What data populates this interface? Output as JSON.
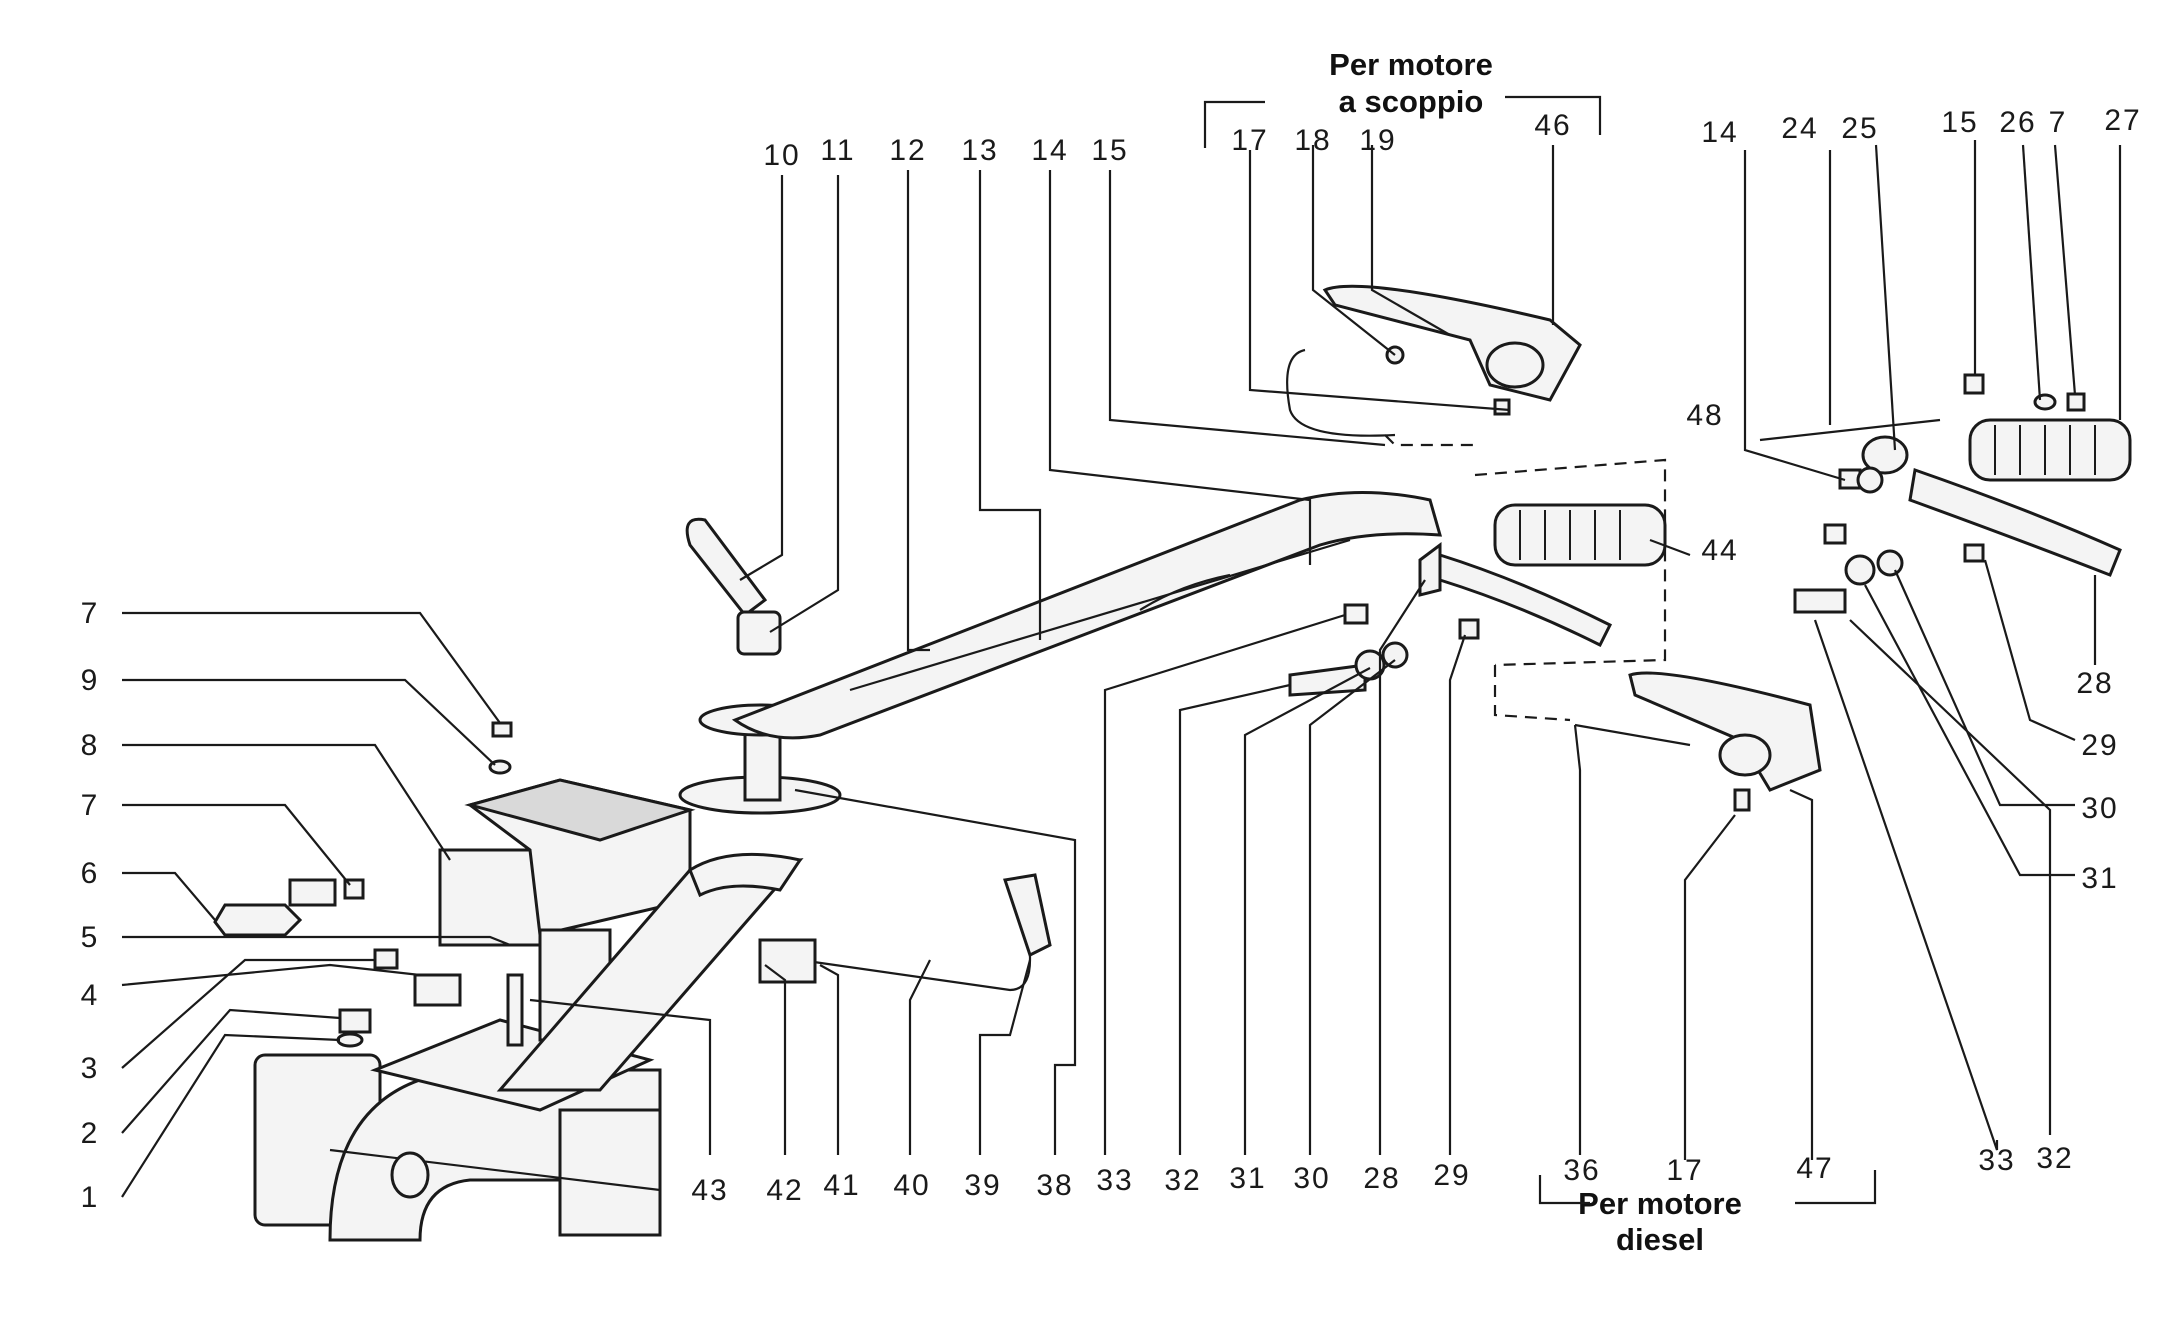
{
  "groups": {
    "petrol_line1": "Per motore",
    "petrol_line2": "a scoppio",
    "diesel_line1": "Per motore",
    "diesel_line2": "diesel"
  },
  "labels": {
    "l7a": "7",
    "l9": "9",
    "l8": "8",
    "l7b": "7",
    "l6": "6",
    "l5": "5",
    "l4": "4",
    "l3": "3",
    "l2": "2",
    "l1": "1",
    "t10": "10",
    "t11": "11",
    "t12": "12",
    "t13": "13",
    "t14": "14",
    "t15": "15",
    "t17": "17",
    "t18": "18",
    "t19": "19",
    "t46": "46",
    "r14": "14",
    "r24": "24",
    "r25": "25",
    "r15": "15",
    "r26": "26",
    "r7": "7",
    "r27": "27",
    "r48": "48",
    "r44": "44",
    "s28": "28",
    "s29": "29",
    "s30": "30",
    "s31": "31",
    "b43": "43",
    "b42": "42",
    "b41": "41",
    "b40": "40",
    "b39": "39",
    "b38": "38",
    "b33": "33",
    "b32": "32",
    "b31": "31",
    "b30": "30",
    "b28": "28",
    "b29": "29",
    "b36": "36",
    "b17": "17",
    "b47": "47",
    "b33r": "33",
    "b32r": "32"
  }
}
